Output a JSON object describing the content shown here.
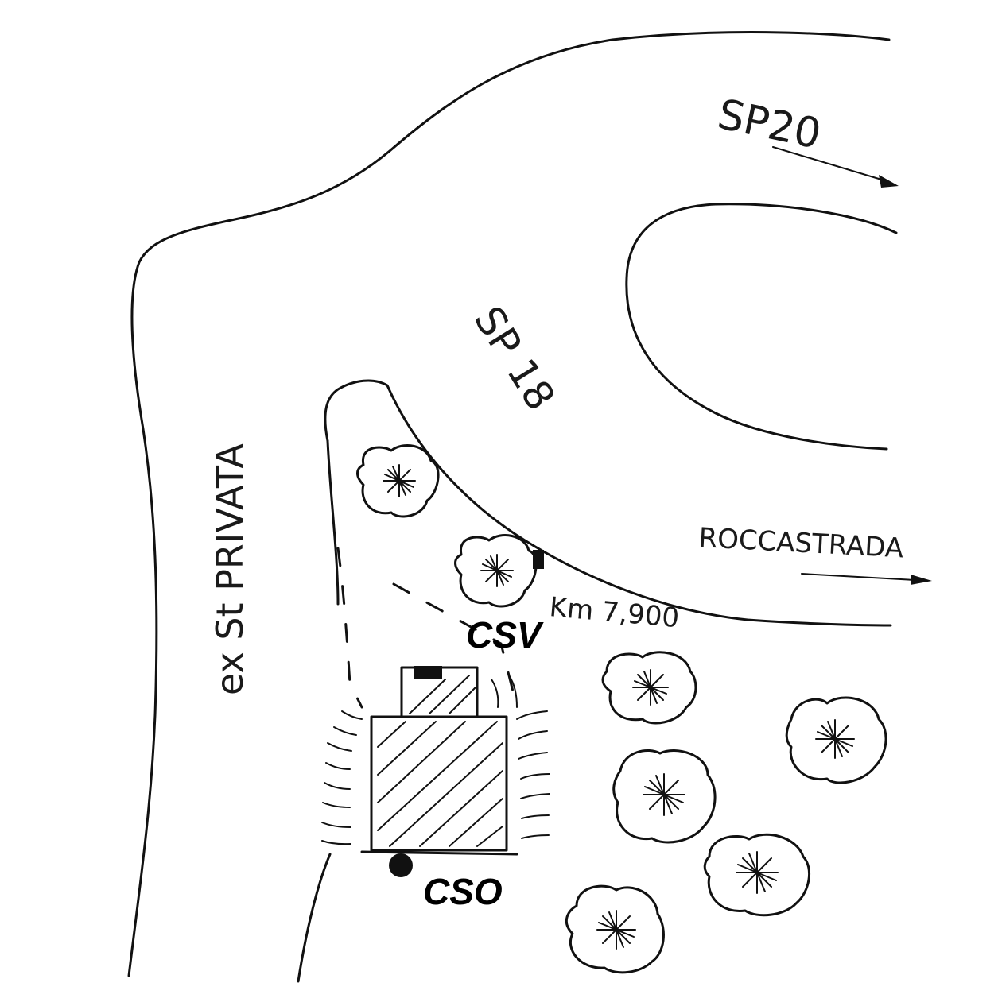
{
  "map": {
    "labels": {
      "sp20": "SP20",
      "sp18": "SP 18",
      "private_road": "ex St PRIVATA",
      "roccastrada": "ROCCASTRADA",
      "km_marker": "Km 7,900",
      "csv": "CSV",
      "cso": "CSO"
    },
    "colors": {
      "ink": "#111111",
      "paper": "#ffffff"
    },
    "icons": [
      "arrow-right-icon",
      "tree-icon",
      "building-icon",
      "well-marker-icon",
      "road-sign-icon"
    ]
  }
}
